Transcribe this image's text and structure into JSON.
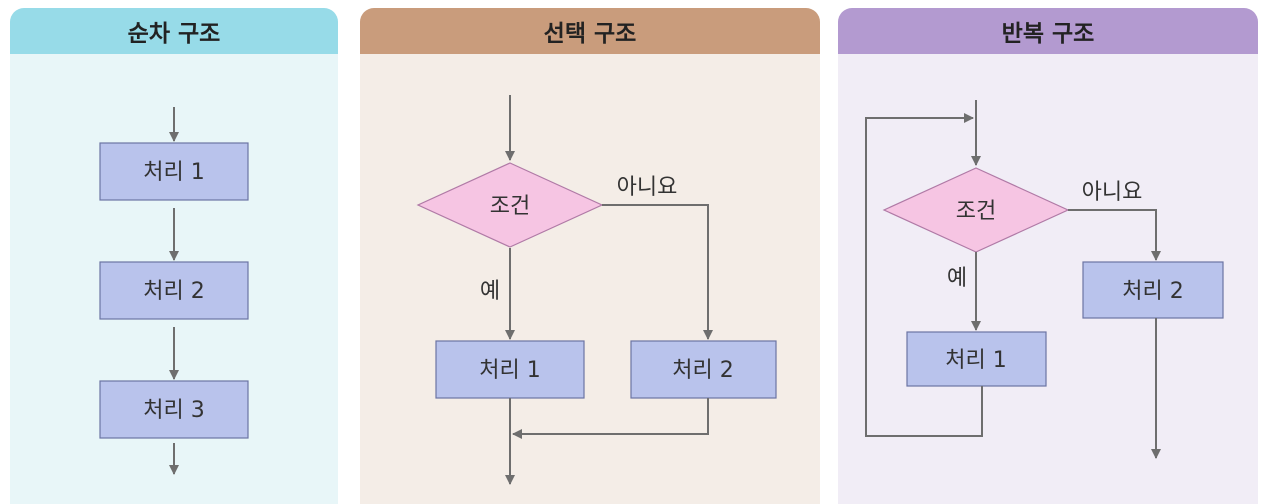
{
  "panels": {
    "sequence": {
      "title": "순차 구조",
      "steps": [
        "처리 1",
        "처리 2",
        "처리 3"
      ]
    },
    "selection": {
      "title": "선택 구조",
      "condition": "조건",
      "yes_label": "예",
      "no_label": "아니요",
      "yes_step": "처리 1",
      "no_step": "처리 2"
    },
    "loop": {
      "title": "반복 구조",
      "condition": "조건",
      "yes_label": "예",
      "no_label": "아니요",
      "yes_step": "처리 1",
      "no_step": "처리 2"
    }
  },
  "colors": {
    "sequence_header": "#97dbe8",
    "selection_header": "#c99c7c",
    "loop_header": "#b39ad0",
    "process_box": "#b9c3ec",
    "decision": "#f6c5e3"
  }
}
